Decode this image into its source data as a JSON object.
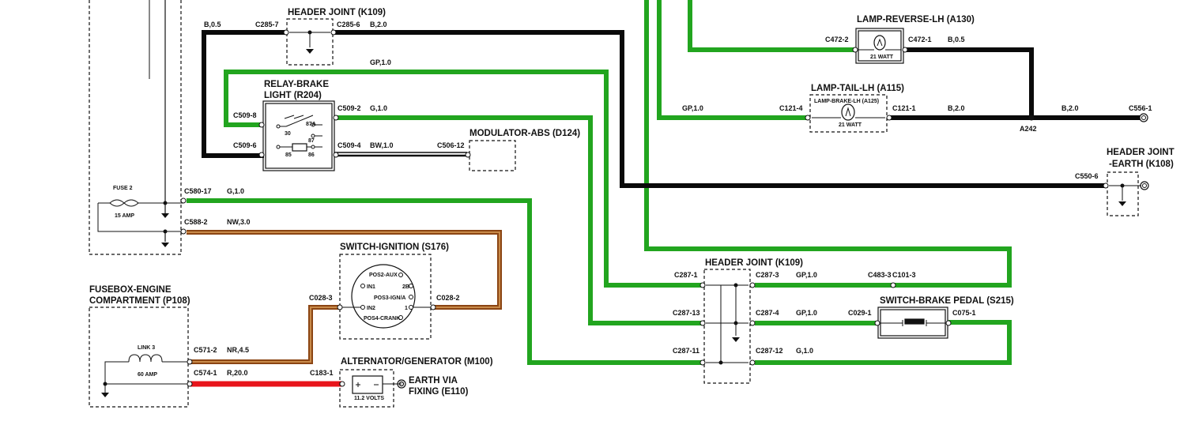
{
  "colors": {
    "green": "#22a51f",
    "black": "#0a0a0a",
    "brown": "#8b4513",
    "brown_light": "#c88a4a",
    "red": "#e8141b",
    "line": "#111111"
  },
  "components": {
    "header_joint_k109_top": "HEADER JOINT (K109)",
    "relay_brake_line1": "RELAY-BRAKE",
    "relay_brake_line2": "LIGHT (R204)",
    "modulator_abs": "MODULATOR-ABS (D124)",
    "switch_ignition": "SWITCH-IGNITION (S176)",
    "fusebox_line1": "FUSEBOX-ENGINE",
    "fusebox_line2": "COMPARTMENT (P108)",
    "alternator": "ALTERNATOR/GENERATOR (M100)",
    "earth_fixing_line1": "EARTH VIA",
    "earth_fixing_line2": "FIXING (E110)",
    "header_joint_k109_bottom": "HEADER JOINT (K109)",
    "switch_brake_pedal": "SWITCH-BRAKE PEDAL (S215)",
    "lamp_reverse": "LAMP-REVERSE-LH (A130)",
    "lamp_tail": "LAMP-TAIL-LH (A115)",
    "lamp_brake_inner": "LAMP-BRAKE-LH (A125)",
    "header_earth_line1": "HEADER JOINT",
    "header_earth_line2": "-EARTH (K108)"
  },
  "internal": {
    "fuse": "FUSE 2",
    "fuse_rating": "15 AMP",
    "link": "LINK 3",
    "link_rating": "60 AMP",
    "relay_30": "30",
    "relay_87a": "87A",
    "relay_87": "87",
    "relay_85": "85",
    "relay_86": "86",
    "pos2": "POS2-AUX",
    "in1": "IN1",
    "p2b": "2B",
    "pos3": "POS3-IGN/A",
    "in2": "IN2",
    "p1": "1",
    "pos4": "POS4-CRANK",
    "volts": "11.2 VOLTS",
    "watt_reverse": "21 WATT",
    "watt_tail": "21 WATT",
    "splice_a242": "A242"
  },
  "connectors": {
    "c285_7": "C285-7",
    "c285_6": "C285-6",
    "c509_8": "C509-8",
    "c509_2": "C509-2",
    "c509_6": "C509-6",
    "c509_4": "C509-4",
    "c506_12": "C506-12",
    "c580_17": "C580-17",
    "c588_2": "C588-2",
    "c028_3": "C028-3",
    "c028_2": "C028-2",
    "c571_2": "C571-2",
    "c574_1": "C574-1",
    "c183_1": "C183-1",
    "c287_1": "C287-1",
    "c287_3": "C287-3",
    "c483_3": "C483-3",
    "c101_3": "C101-3",
    "c287_13": "C287-13",
    "c287_4": "C287-4",
    "c029_1": "C029-1",
    "c075_1": "C075-1",
    "c287_11": "C287-11",
    "c287_12": "C287-12",
    "c472_2": "C472-2",
    "c472_1": "C472-1",
    "c121_4": "C121-4",
    "c121_1": "C121-1",
    "c556_1": "C556-1",
    "c550_6": "C550-6"
  },
  "wires": {
    "b05_left": "B,0.5",
    "b20_top": "B,2.0",
    "gp10_top": "GP,1.0",
    "g10_relay": "G,1.0",
    "bw10": "BW,1.0",
    "g10_fuse": "G,1.0",
    "nw30": "NW,3.0",
    "nr45": "NR,4.5",
    "r200": "R,20.0",
    "gp10_hj3": "GP,1.0",
    "gp10_hj4": "GP,1.0",
    "g10_hj12": "G,1.0",
    "b05_rev": "B,0.5",
    "gp10_tail": "GP,1.0",
    "b20_tail": "B,2.0",
    "b20_right": "B,2.0"
  }
}
